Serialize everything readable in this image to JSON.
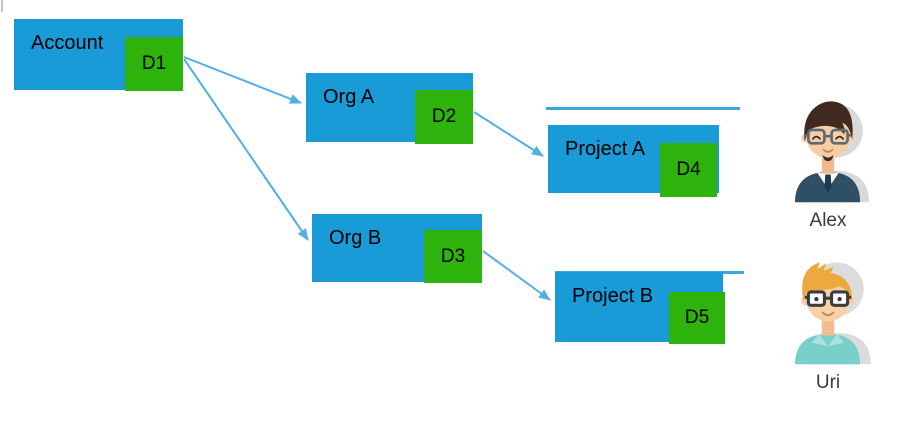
{
  "diagram": {
    "nodes": [
      {
        "id": "account",
        "label": "Account",
        "badge": "D1"
      },
      {
        "id": "org-a",
        "label": "Org A",
        "badge": "D2"
      },
      {
        "id": "org-b",
        "label": "Org B",
        "badge": "D3"
      },
      {
        "id": "project-a",
        "label": "Project A",
        "badge": "D4"
      },
      {
        "id": "project-b",
        "label": "Project B",
        "badge": "D5"
      }
    ],
    "edges": [
      {
        "from": "Account (D1)",
        "to": "Org A"
      },
      {
        "from": "Account (D1)",
        "to": "Org B"
      },
      {
        "from": "Org A (D2)",
        "to": "Project A"
      },
      {
        "from": "Org B (D3)",
        "to": "Project B"
      }
    ]
  },
  "users": [
    {
      "name": "Alex",
      "icon": "man-avatar-dark-hair-glasses-navy-sweater"
    },
    {
      "name": "Uri",
      "icon": "man-avatar-blond-hair-glasses-teal-shirt"
    }
  ],
  "colors": {
    "node_fill": "#189bd7",
    "badge_fill": "#2db30b",
    "arrow": "#55ade5",
    "node_text": "#000000",
    "name_text": "#3a3a3a"
  }
}
